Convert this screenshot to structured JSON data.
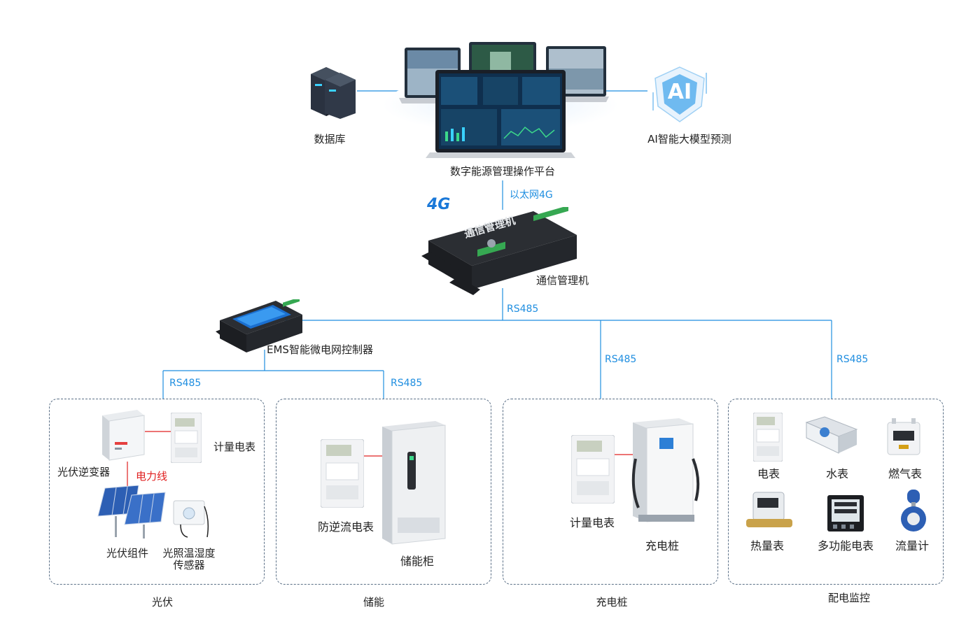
{
  "top": {
    "database": "数据库",
    "platform": "数字能源管理操作平台",
    "ai": "AI智能大模型预测",
    "ai_badge": "AI",
    "ethernet": "以太网4G"
  },
  "gateway": {
    "badge_4g": "4G",
    "panel_text": "通信管理机",
    "label": "通信管理机",
    "rs485": "RS485"
  },
  "ems": {
    "label": "EMS智能微电网控制器"
  },
  "links": {
    "rs485_pv": "RS485",
    "rs485_storage": "RS485",
    "rs485_charger": "RS485",
    "rs485_dist": "RS485"
  },
  "groups": {
    "pv": {
      "title": "光伏",
      "inverter": "光伏逆变器",
      "meter": "计量电表",
      "power_line": "电力线",
      "panels": "光伏组件",
      "sensor_line1": "光照温湿度",
      "sensor_line2": "传感器"
    },
    "storage": {
      "title": "储能",
      "meter": "防逆流电表",
      "cabinet": "储能柜"
    },
    "charger": {
      "title": "充电桩",
      "meter": "计量电表",
      "pile": "充电桩"
    },
    "distribution": {
      "title": "配电监控",
      "items": [
        "电表",
        "水表",
        "燃气表",
        "热量表",
        "多功能电表",
        "流量计"
      ]
    }
  },
  "colors": {
    "line_blue": "#1f8ee0",
    "power_red": "#e02020",
    "border": "#5a6f86"
  }
}
